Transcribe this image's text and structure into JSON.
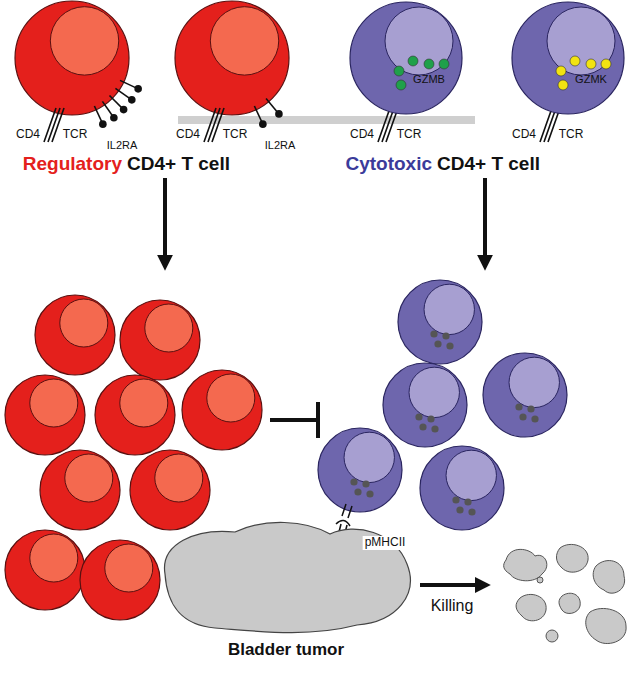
{
  "diagram": {
    "nodes": [
      {
        "text": [
          "GZMB"
        ]
      },
      {
        "text": [
          "GZMK"
        ]
      },
      {
        "text": [
          "Bladder tumor"
        ]
      }
    ],
    "labels": [
      "CD4",
      "TCR",
      "IL2RA",
      "CD4",
      "TCR",
      "IL2RA",
      "CD4",
      "TCR",
      "CD4",
      "TCR",
      "Regulatory",
      "CD4+ T cell",
      "Cytotoxic",
      "CD4+ T cell",
      "pMHCII",
      "Killing"
    ]
  }
}
